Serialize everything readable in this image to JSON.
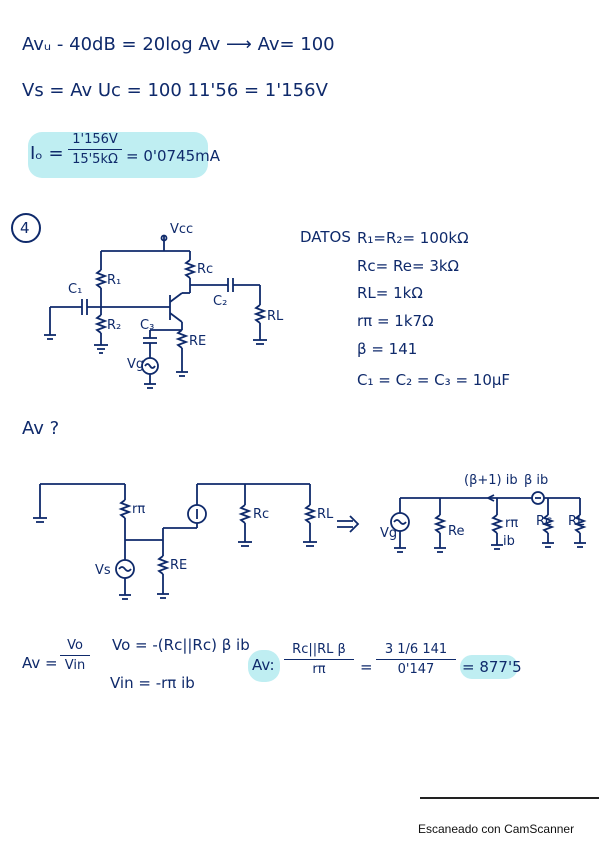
{
  "lines": {
    "av_db": "Avᵤ - 40dB = 20log Av ⟶ Av= 100",
    "vs": "Vs = Av  Uc = 100  11'56 = 1'156V",
    "io_lhs": "Iₒ =",
    "io_num": "1'156V",
    "io_den": "15'5kΩ",
    "io_rhs": "= 0'0745mA"
  },
  "problem_number": "4",
  "circuit1": {
    "vcc": "Vcc",
    "r1": "R₁",
    "r2": "R₂",
    "rc": "Rc",
    "re": "RE",
    "rl": "RL",
    "c1": "C₁",
    "c2": "C₂",
    "c3": "C₃",
    "vg": "Vg"
  },
  "datos": {
    "title": "DATOS",
    "items": [
      "R₁=R₂= 100kΩ",
      "Rc= Re= 3kΩ",
      "RL= 1kΩ",
      "rπ = 1k7Ω",
      "β = 141",
      "C₁ = C₂ = C₃ = 10µF"
    ]
  },
  "av_question": "Av ?",
  "circuit2": {
    "rpi": "rπ",
    "rc": "Rc",
    "rl": "RL",
    "re": "RE",
    "vs": "Vs"
  },
  "circuit3": {
    "top_left": "(β+1) ib",
    "top_right": "β ib",
    "vg": "Vg",
    "re": "Re",
    "rpi": "rπ",
    "ib": "ib",
    "rc": "Rc",
    "rl": "RL"
  },
  "formulas": {
    "av_lhs": "Av =",
    "av_num": "Vo",
    "av_den": "Vin",
    "vo": "Vo = -(Rc||Rc) β ib",
    "vin": "Vin = -rπ ib",
    "av2_lhs": "Av:",
    "av2_num": "Rc||RL β",
    "av2_den": "rπ",
    "eq": "=",
    "calc_num": "3  1/6  141",
    "calc_den": "0'147",
    "result": "= 877'5"
  },
  "footer": "Escaneado con CamScanner",
  "colors": {
    "ink": "#0f2a6b",
    "highlight": "#bfeef2"
  }
}
